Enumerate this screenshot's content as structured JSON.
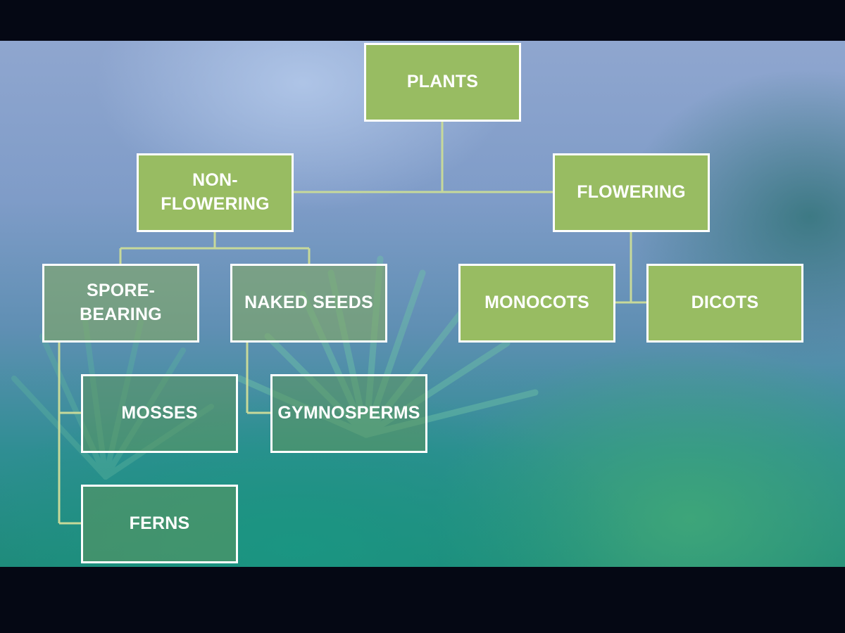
{
  "diagram": {
    "nodes": {
      "plants": "PLANTS",
      "non_flowering": "NON-\nFLOWERING",
      "flowering": "FLOWERING",
      "spore_bearing": "SPORE-BEARING",
      "naked_seeds": "NAKED SEEDS",
      "monocots": "MONOCOTS",
      "dicots": "DICOTS",
      "mosses": "MOSSES",
      "gymnosperms": "GYMNOSPERMS",
      "ferns": "FERNS"
    },
    "edges": [
      [
        "plants",
        "non_flowering"
      ],
      [
        "plants",
        "flowering"
      ],
      [
        "non_flowering",
        "spore_bearing"
      ],
      [
        "non_flowering",
        "naked_seeds"
      ],
      [
        "flowering",
        "monocots"
      ],
      [
        "flowering",
        "dicots"
      ],
      [
        "spore_bearing",
        "mosses"
      ],
      [
        "spore_bearing",
        "ferns"
      ],
      [
        "naked_seeds",
        "gymnosperms"
      ]
    ]
  },
  "colors": {
    "node_fill": "#98bc62",
    "node_border": "#ffffff",
    "connector": "#c7d99a",
    "frame": "#050814"
  }
}
